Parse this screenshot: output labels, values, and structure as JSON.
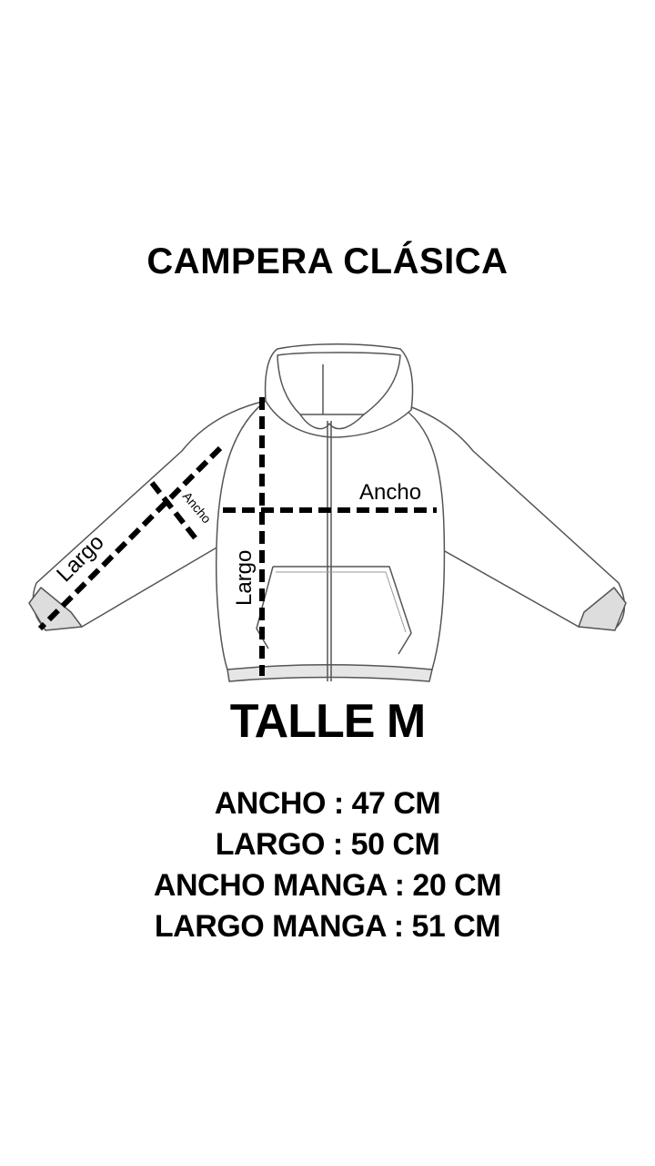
{
  "title": "CAMPERA CLÁSICA",
  "diagram": {
    "chest_width_label": "Ancho",
    "body_length_label": "Largo",
    "sleeve_width_label": "Ancho",
    "sleeve_length_label": "Largo"
  },
  "size_label": "TALLE M",
  "measurements": [
    "ANCHO : 47 CM",
    "LARGO : 50 CM",
    "ANCHO MANGA : 20 CM",
    "LARGO MANGA : 51 CM"
  ]
}
